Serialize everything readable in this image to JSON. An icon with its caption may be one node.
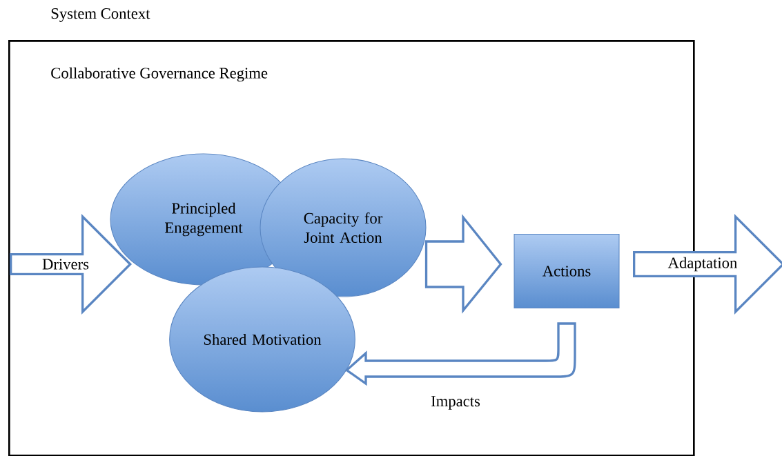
{
  "diagram": {
    "nodes": [
      {
        "text": [
          "Collaborative Governance Regime"
        ]
      },
      {
        "text": [
          "Principled Engagement"
        ],
        "in": 0
      },
      {
        "text": [
          "Capacity for Joint Action"
        ],
        "in": 0
      },
      {
        "text": [
          "Shared Motivation"
        ],
        "in": 0
      },
      {
        "text": [
          "Drivers"
        ],
        "in": 0
      },
      {
        "text": [
          "Actions"
        ],
        "in": 0
      },
      {
        "text": [
          "Adaptation"
        ]
      }
    ],
    "edges": [
      {
        "from": 2,
        "to": 5,
        "arrow": "to",
        "style": "thick"
      },
      {
        "from": 5,
        "to": 3,
        "arrow": "to",
        "style": "thick",
        "label": "Impacts"
      }
    ],
    "labels": [
      "System Context"
    ]
  }
}
